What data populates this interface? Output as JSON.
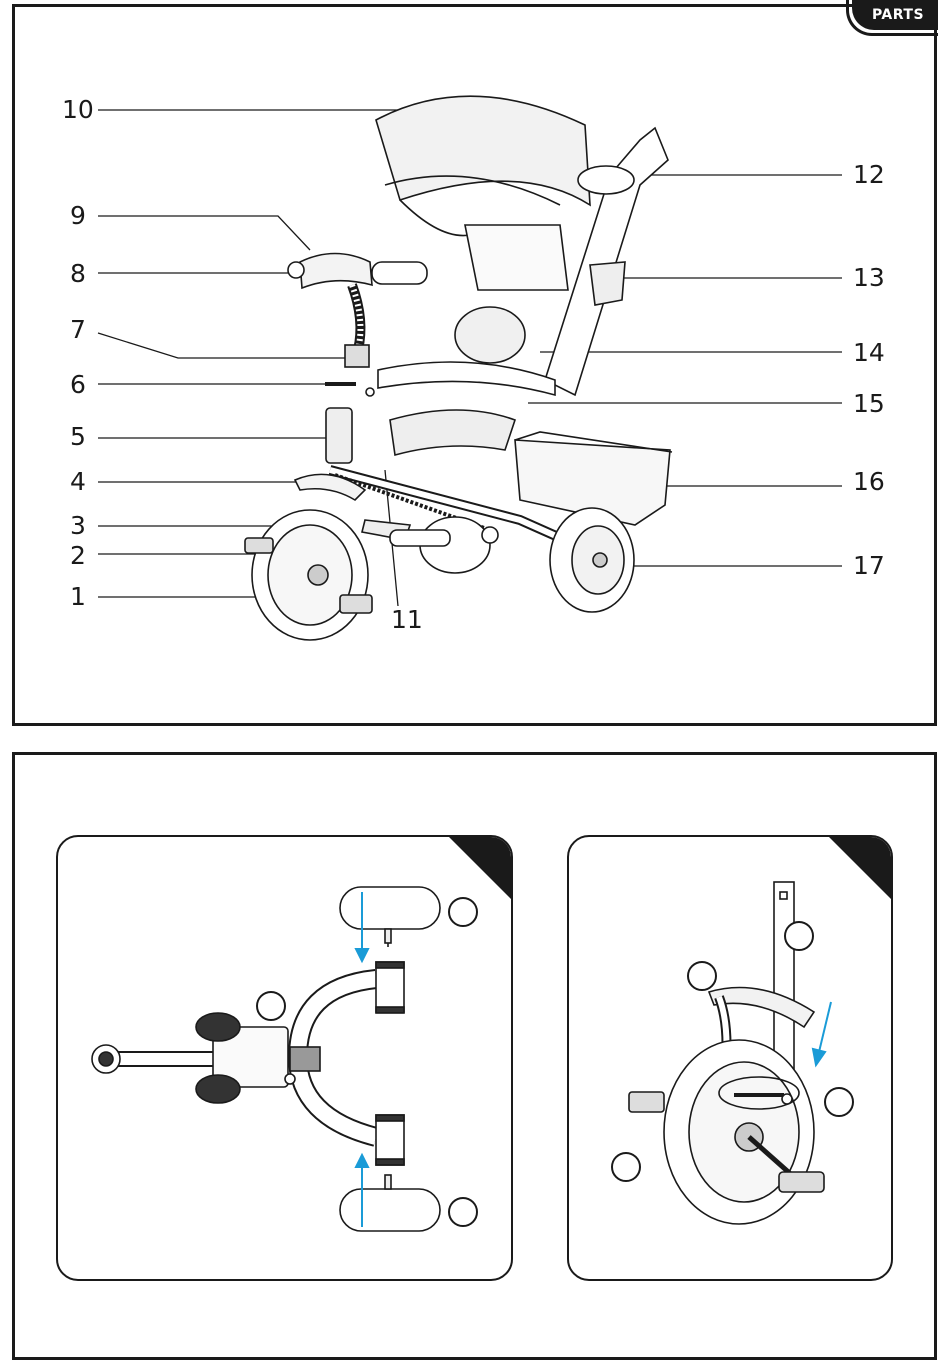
{
  "header": {
    "tab_label": "PARTS"
  },
  "parts_diagram": {
    "labels_left": [
      "10",
      "9",
      "8",
      "7",
      "6",
      "5",
      "4",
      "3",
      "2",
      "1"
    ],
    "labels_right": [
      "12",
      "13",
      "14",
      "15",
      "16",
      "17"
    ],
    "label_bottom": "11"
  },
  "colors": {
    "ink": "#1a1a1a",
    "arrow": "#1a9bd7"
  },
  "icons": [
    "tricycle-illustration",
    "front-fork-assembly-illustration",
    "wheel-mudguard-illustration"
  ]
}
